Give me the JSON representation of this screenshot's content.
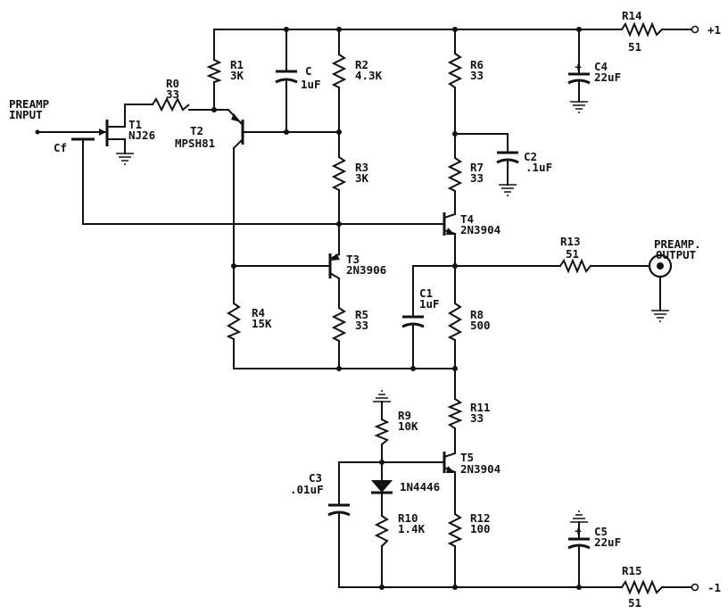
{
  "input": {
    "label_line1": "PREAMP",
    "label_line2": "INPUT"
  },
  "output": {
    "label_line1": "PREAMP.",
    "label_line2": "OUTPUT"
  },
  "rails": {
    "positive": "+1",
    "negative": "-1"
  },
  "feedback_cap": {
    "name": "Cf"
  },
  "transistors": {
    "t1": {
      "name": "T1",
      "part": "NJ26"
    },
    "t2": {
      "name": "T2",
      "part": "MPSH81"
    },
    "t3": {
      "name": "T3",
      "part": "2N3906"
    },
    "t4": {
      "name": "T4",
      "part": "2N3904"
    },
    "t5": {
      "name": "T5",
      "part": "2N3904"
    }
  },
  "resistors": {
    "r0": {
      "name": "R0",
      "value": "33"
    },
    "r1": {
      "name": "R1",
      "value": "3K"
    },
    "r2": {
      "name": "R2",
      "value": "4.3K"
    },
    "r3": {
      "name": "R3",
      "value": "3K"
    },
    "r4": {
      "name": "R4",
      "value": "15K"
    },
    "r5": {
      "name": "R5",
      "value": "33"
    },
    "r6": {
      "name": "R6",
      "value": "33"
    },
    "r7": {
      "name": "R7",
      "value": "33"
    },
    "r8": {
      "name": "R8",
      "value": "500"
    },
    "r9": {
      "name": "R9",
      "value": "10K"
    },
    "r10": {
      "name": "R10",
      "value": "1.4K"
    },
    "r11": {
      "name": "R11",
      "value": "33"
    },
    "r12": {
      "name": "R12",
      "value": "100"
    },
    "r13": {
      "name": "R13",
      "value": "51"
    },
    "r14": {
      "name": "R14",
      "value": "51"
    },
    "r15": {
      "name": "R15",
      "value": "51"
    }
  },
  "capacitors": {
    "c": {
      "name": "C",
      "value": "1uF"
    },
    "c1": {
      "name": "C1",
      "value": "1uF"
    },
    "c2": {
      "name": "C2",
      "value": ".1uF"
    },
    "c3": {
      "name": "C3",
      "value": ".01uF"
    },
    "c4": {
      "name": "C4",
      "value": "22uF"
    },
    "c5": {
      "name": "C5",
      "value": "22uF"
    }
  },
  "diode": {
    "part": "1N4446"
  },
  "polarity_mark": "+"
}
